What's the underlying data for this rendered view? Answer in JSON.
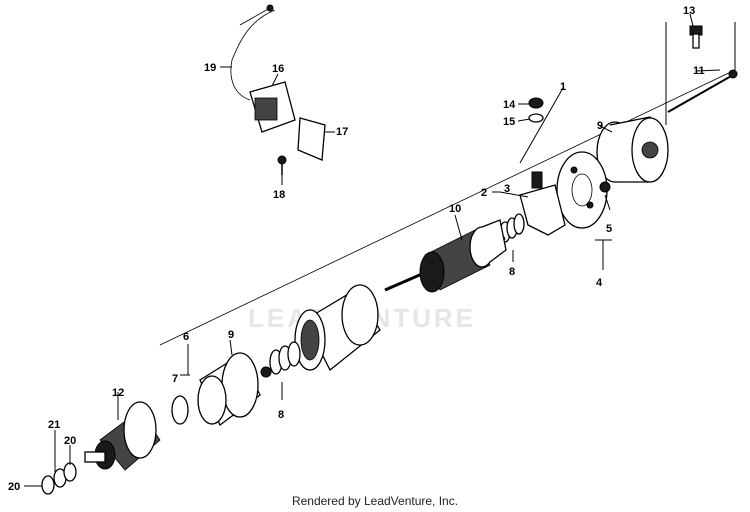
{
  "diagram": {
    "labels": [
      "1",
      "2",
      "3",
      "4",
      "5",
      "6",
      "7",
      "8",
      "8",
      "9",
      "9",
      "10",
      "11",
      "12",
      "13",
      "14",
      "15",
      "16",
      "17",
      "18",
      "19",
      "20",
      "20",
      "21"
    ]
  },
  "watermark": "LEADVENTURE",
  "footer": "Rendered by LeadVenture, Inc."
}
